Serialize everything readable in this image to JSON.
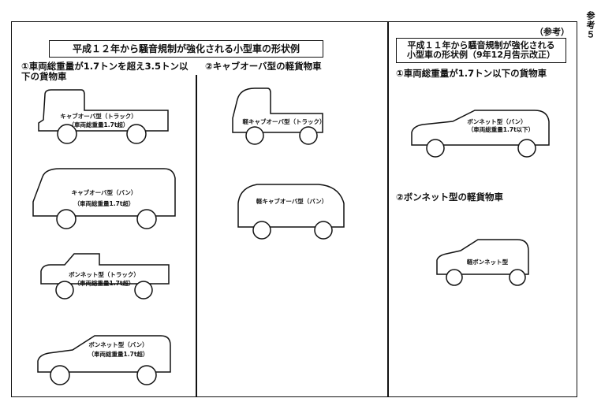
{
  "side_label": "参考５",
  "main": {
    "title": "平成１２年から騒音規制が強化される小型車の形状例",
    "col1_heading": "①車両総重量が1.7トンを超え3.5トン以下の貨物車",
    "col2_heading": "②キャブオーバ型の軽貨物車",
    "vehicles": {
      "cab_truck": {
        "name": "キャブオーバ型（トラック）",
        "spec": "（車両総重量1.7t超）"
      },
      "cab_van": {
        "name": "キャブオーバ型（バン）",
        "spec": "（車両総重量1.7t超）"
      },
      "bonnet_truck": {
        "name": "ボンネット型（トラック）",
        "spec": "（車両総重量1.7t超）"
      },
      "bonnet_van": {
        "name": "ボンネット型（バン）",
        "spec": "（車両総重量1.7t超）"
      },
      "kei_cab_truck": {
        "name": "軽キャブオーバ型（トラック）"
      },
      "kei_cab_van": {
        "name": "軽キャブオーバ型（バン）"
      }
    }
  },
  "reference": {
    "tag": "（参考）",
    "title_line1": "平成１１年から騒音規制が強化される",
    "title_line2": "小型車の形状例（9年12月告示改正）",
    "heading1": "①車両総重量が1.7トン以下の貨物車",
    "heading2": "②ボンネット型の軽貨物車",
    "vehicles": {
      "bonnet_van_light": {
        "name": "ボンネット型（バン）",
        "spec": "（車両総重量1.7t以下）"
      },
      "kei_bonnet": {
        "name": "軽ボンネット型"
      }
    }
  }
}
